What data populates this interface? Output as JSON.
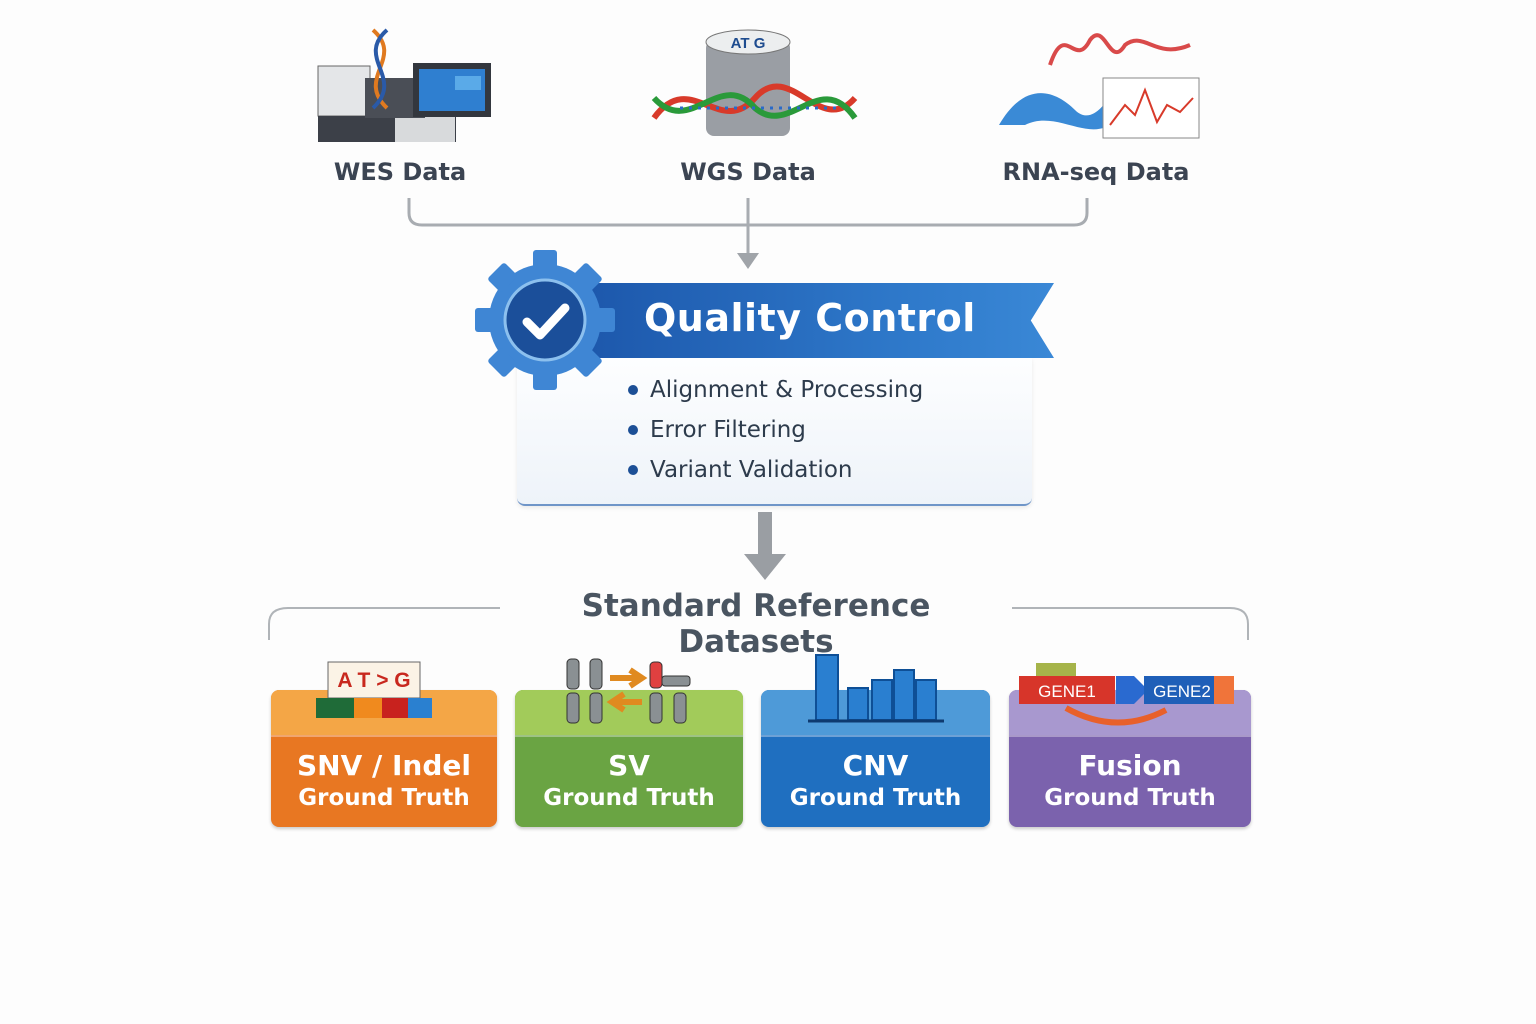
{
  "sources": [
    {
      "label": "WES Data",
      "icon": "sequencer-icon"
    },
    {
      "label": "WGS Data",
      "icon": "genome-database-icon",
      "icon_text": "AT G"
    },
    {
      "label": "RNA-seq Data",
      "icon": "rna-expression-icon"
    }
  ],
  "qc": {
    "title": "Quality Control",
    "items": [
      "Alignment & Processing",
      "Error Filtering",
      "Variant Validation"
    ]
  },
  "reference": {
    "title": "Standard Reference Datasets",
    "cards": [
      {
        "title": "SNV / Indel",
        "subtitle": "Ground Truth",
        "icon_text": "A T > G",
        "color": "#e87722"
      },
      {
        "title": "SV",
        "subtitle": "Ground Truth",
        "color": "#6aa443"
      },
      {
        "title": "CNV",
        "subtitle": "Ground Truth",
        "color": "#1f6fc0"
      },
      {
        "title": "Fusion",
        "subtitle": "Ground Truth",
        "gene1": "GENE1",
        "gene2": "GENE2",
        "color": "#7b62ad"
      }
    ]
  }
}
